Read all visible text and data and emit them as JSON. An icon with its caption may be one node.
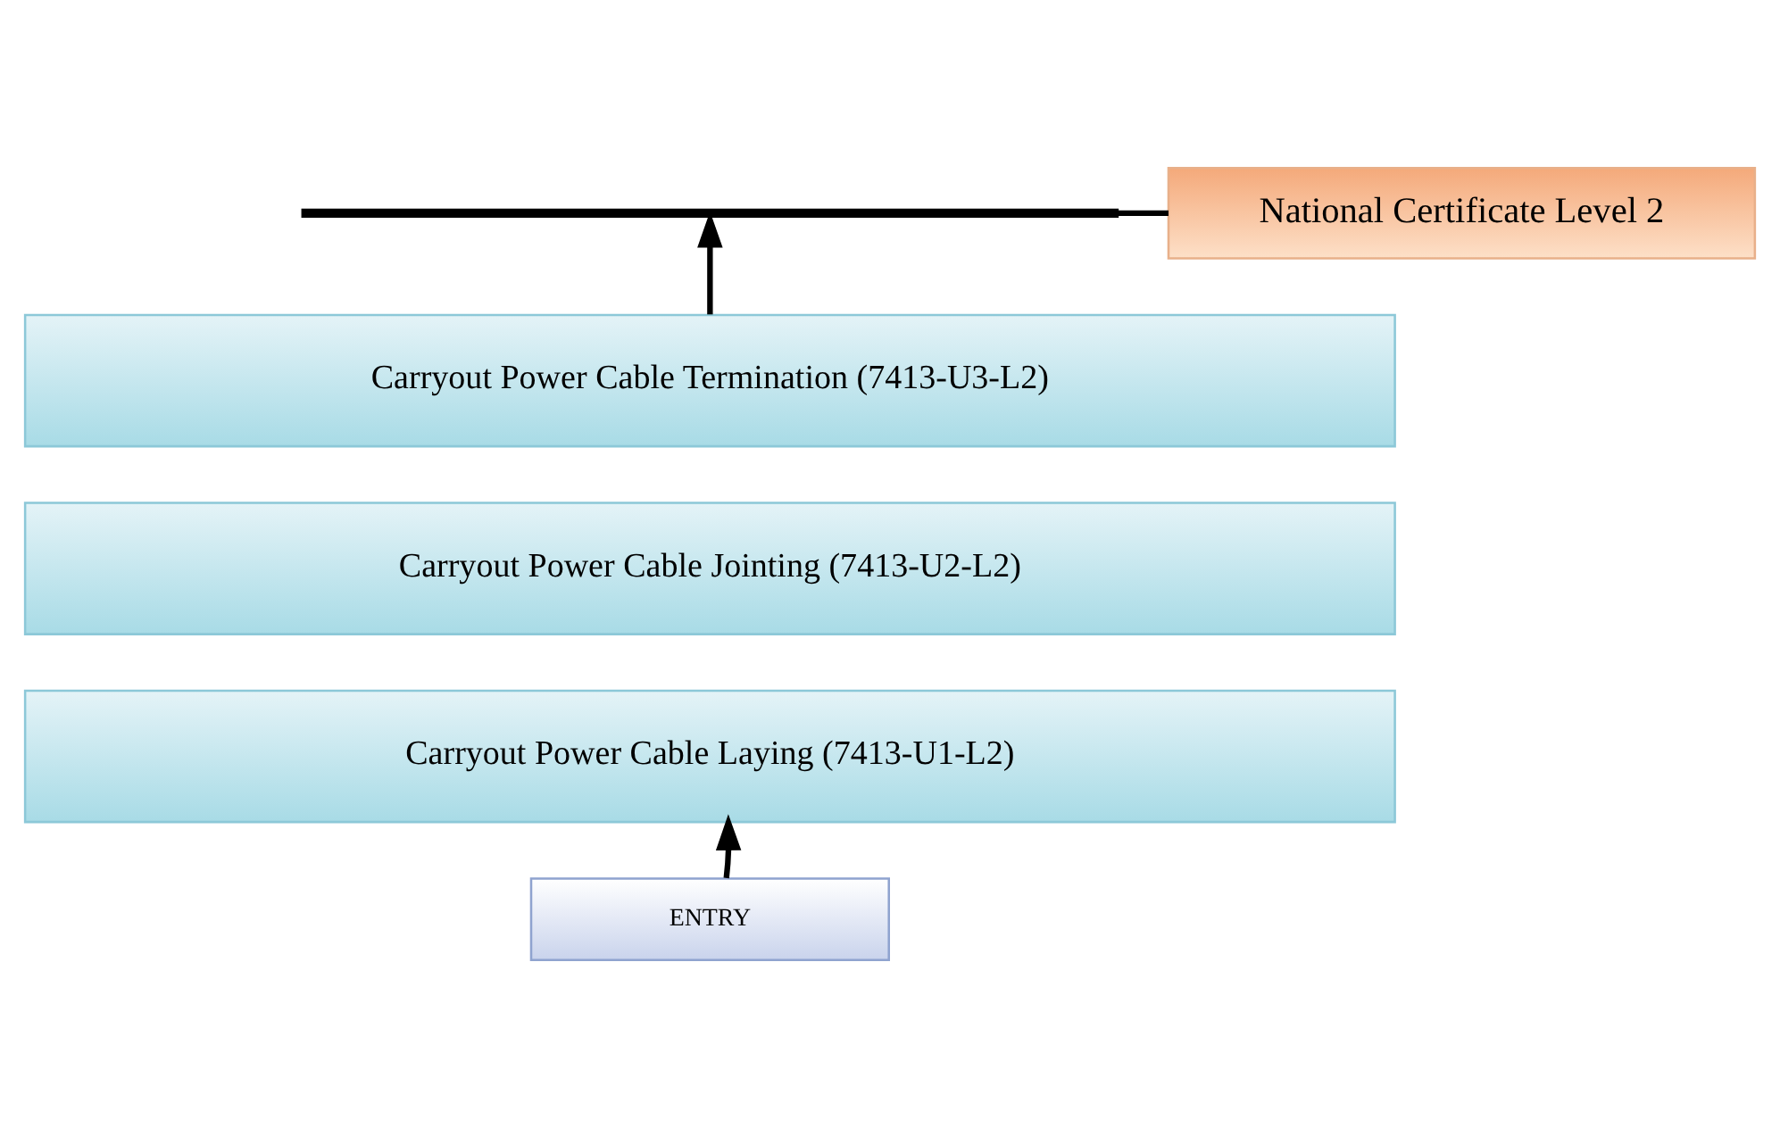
{
  "diagram": {
    "nodes": [
      {
        "text": [],
        "shape": "bar"
      },
      {
        "text": [
          "National Certificate Level 2"
        ]
      },
      {
        "text": [
          "Carryout Power Cable Termination (7413-U3-L2)"
        ]
      },
      {
        "text": [
          "Carryout Power Cable Jointing (7413-U2-L2)"
        ]
      },
      {
        "text": [
          "Carryout Power Cable Laying (7413-U1-L2)"
        ]
      },
      {
        "text": [
          "ENTRY"
        ]
      }
    ],
    "edges": [
      {
        "from": 2,
        "to": 0,
        "arrow": "to"
      },
      {
        "from": 0,
        "to": 1,
        "arrow": "none"
      },
      {
        "from": 5,
        "to": 4,
        "arrow": "to"
      }
    ]
  }
}
